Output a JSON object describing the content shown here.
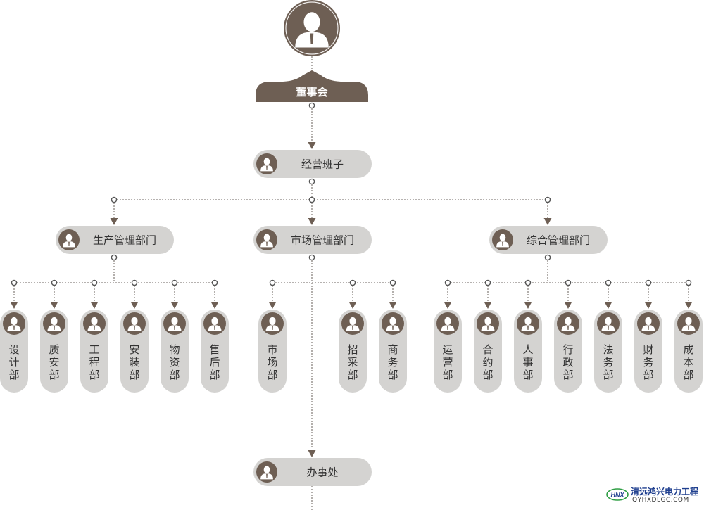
{
  "colors": {
    "dark": "#6e5f54",
    "pill": "#d4d3d1",
    "line": "#8a8480",
    "text": "#333333",
    "white": "#ffffff"
  },
  "root": {
    "label": "董事会",
    "icon": "person-icon"
  },
  "management": {
    "label": "经营班子",
    "icon": "person-icon"
  },
  "divisions": [
    {
      "label": "生产管理部门",
      "departments": [
        "设计部",
        "质安部",
        "工程部",
        "安装部",
        "物资部",
        "售后部"
      ]
    },
    {
      "label": "市场管理部门",
      "departments": [
        "市场部",
        "招采部",
        "商务部"
      ]
    },
    {
      "label": "综合管理部门",
      "departments": [
        "运营部",
        "合约部",
        "人事部",
        "行政部",
        "法务部",
        "财务部",
        "成本部"
      ]
    }
  ],
  "office": {
    "label": "办事处",
    "icon": "person-icon"
  },
  "watermark": {
    "logo_text": "HNX",
    "name": "清远鸿兴电力工程",
    "url": "QYHXDLGC.COM"
  }
}
